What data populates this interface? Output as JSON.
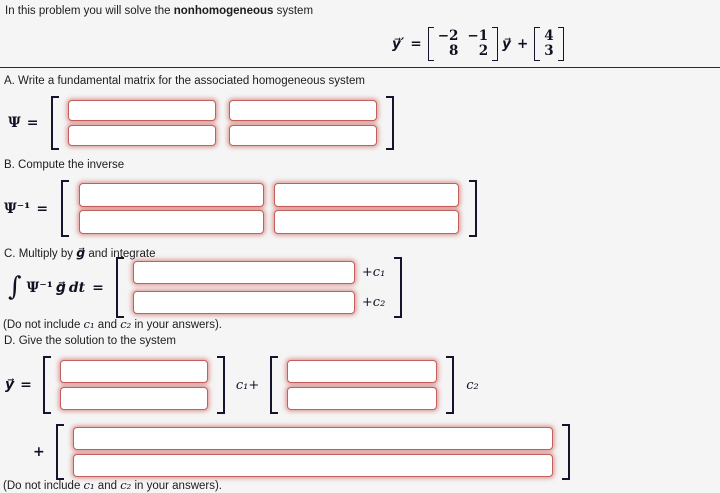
{
  "colors": {
    "background": "#f5f5f5",
    "input_border": "#c2605c",
    "input_glow": "rgba(198,80,72,0.55)",
    "separator": "#2b2b2b",
    "math_text": "#101022"
  },
  "intro": {
    "before": "In this problem you will solve the ",
    "bold": "nonhomogeneous",
    "after": " system"
  },
  "equation": {
    "lhs": "y⃗′",
    "eq": "=",
    "matrix": {
      "r1c1": "−2",
      "r1c2": "−1",
      "r2c1": "8",
      "r2c2": "2"
    },
    "y": "y⃗",
    "plus": "+",
    "vector": {
      "r1": "4",
      "r2": "3"
    }
  },
  "section_a": {
    "heading": "A. Write a fundamental matrix for the associated homogeneous system",
    "symbol": "Ψ",
    "eq": "="
  },
  "section_b": {
    "heading": "B. Compute the inverse",
    "symbol": "Ψ⁻¹",
    "eq": "="
  },
  "section_c": {
    "heading_before": "C. Multiply by ",
    "heading_g": "g⃗",
    "heading_after": " and integrate",
    "integral": "∫",
    "psi_inv": "Ψ⁻¹",
    "g": "g⃗",
    "dt": " dt",
    "eq": "=",
    "c1": "+c₁",
    "c2": "+c₂",
    "note": {
      "before": "(Do not include ",
      "c1": "c₁",
      "and": " and ",
      "c2": "c₂",
      "after": " in your answers)."
    }
  },
  "section_d": {
    "heading": "D. Give the solution to the system",
    "lhs": "y⃗",
    "eq": "=",
    "c1_plus": "c₁+",
    "c2": "c₂",
    "plus": "+",
    "note": {
      "before": "(Do not include ",
      "c1": "c₁",
      "and": " and ",
      "c2": "c₂",
      "after": " in your answers)."
    }
  },
  "inputs": {
    "value": ""
  }
}
